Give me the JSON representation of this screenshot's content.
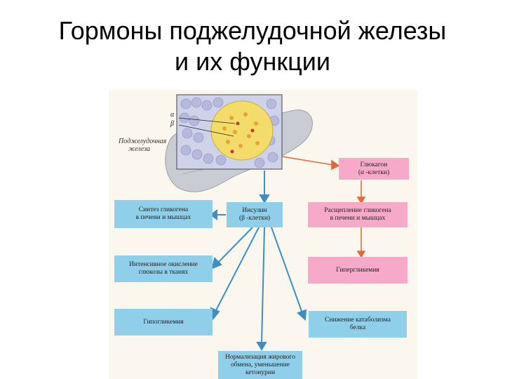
{
  "slide": {
    "title_line1": "Гормоны поджелудочной железы",
    "title_line2": "и их функции"
  },
  "diagram": {
    "organ_label_line1": "Поджелудочная",
    "organ_label_line2": "железа",
    "alpha_label": "α",
    "beta_label": "β",
    "glucagon": {
      "line1": "Глюкагон",
      "line2": "(α -клетки)"
    },
    "insulin": {
      "line1": "Инсулин",
      "line2": "(β -клетки)"
    },
    "glycogen_synthesis": {
      "line1": "Синтез гликогена",
      "line2": "в печени и мышцах"
    },
    "glycogen_breakdown": {
      "line1": "Расщепление гликогена",
      "line2": "в печени и мышцах"
    },
    "glucose_oxidation": {
      "line1": "Интенсивное окисление",
      "line2": "глюкозы в тканях"
    },
    "hyperglycemia": {
      "line1": "Гипергликемия"
    },
    "hypoglycemia": {
      "line1": "Гипогликемия"
    },
    "protein_catabolism": {
      "line1": "Снижение катаболизма",
      "line2": "белка"
    },
    "fat_metabolism": {
      "line1": "Нормализация жирового",
      "line2": "обмена, уменьшение",
      "line3": "кетонурии"
    },
    "colors": {
      "blue_box": "#8fcfea",
      "pink_box": "#f6a9c8",
      "blue_arrow": "#3b8fc4",
      "orange_arrow": "#e06a3a"
    }
  }
}
